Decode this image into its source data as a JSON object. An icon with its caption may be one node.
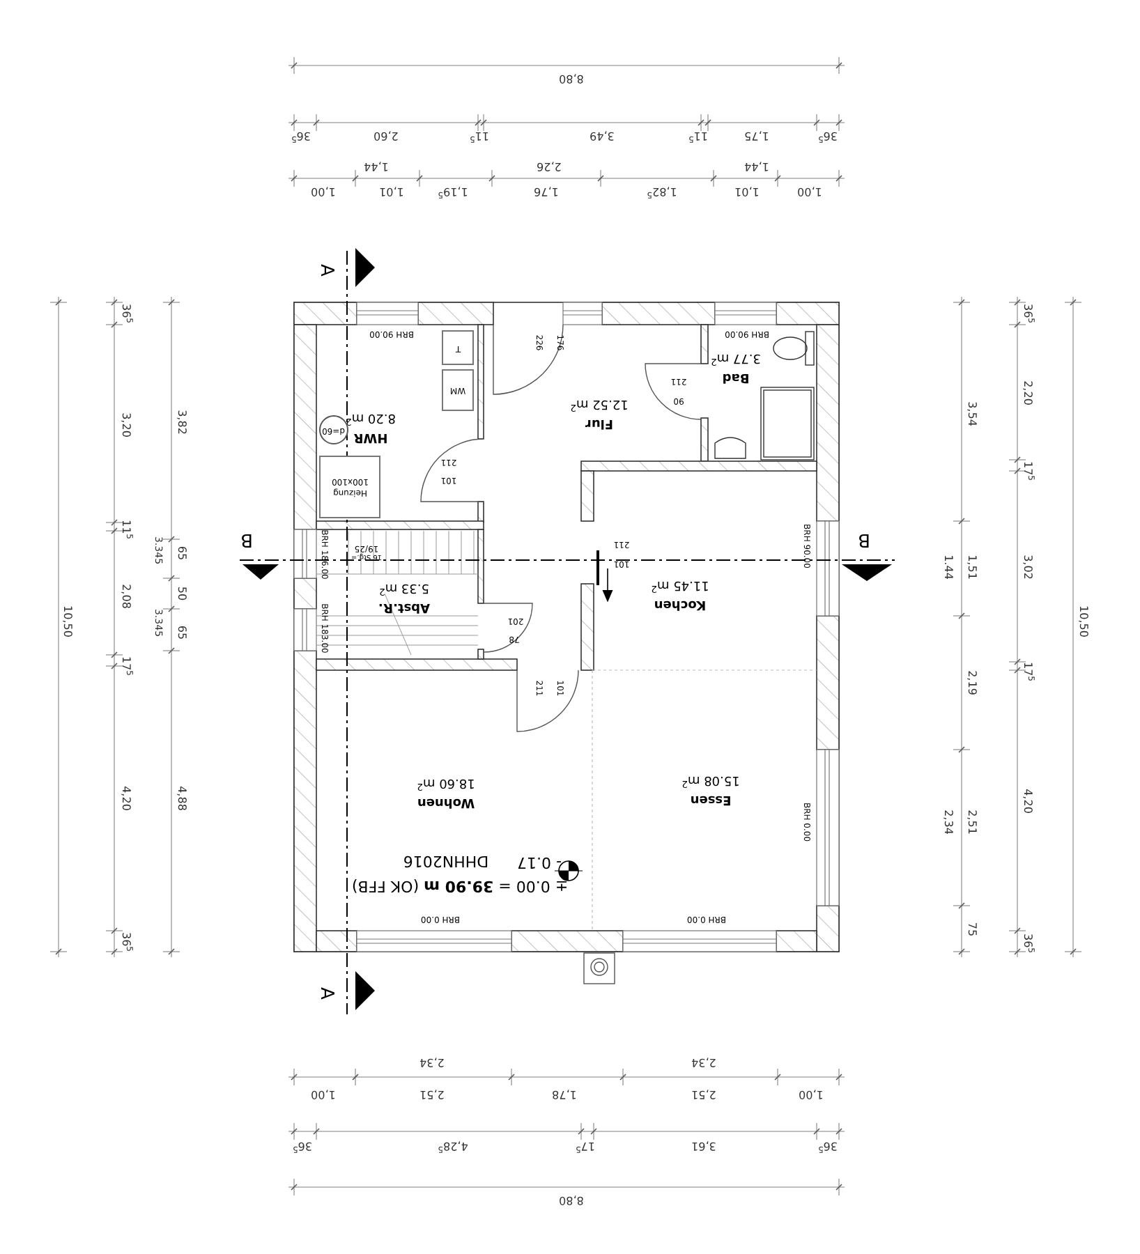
{
  "diagram": {
    "nodes": [
      {
        "text": [
          "HWR",
          "8.20 m$^{2}$"
        ]
      },
      {
        "text": [
          "T"
        ],
        "in": 0
      },
      {
        "text": [
          "WM"
        ],
        "in": 0
      },
      {
        "text": [
          "d=60"
        ],
        "in": 0
      },
      {
        "text": [
          "Heizung",
          "100x100"
        ],
        "in": 0
      },
      {
        "text": [
          "Flur",
          "12.52 m$^{2}$"
        ]
      },
      {
        "text": [
          "Bad",
          "3.77 m$^{2}$"
        ]
      },
      {
        "text": [
          "Abst.R.",
          "5.33 m$^{2}$"
        ]
      },
      {
        "text": [
          "Kochen",
          "11.45 m$^{2}$"
        ]
      },
      {
        "text": [
          "Wohnen",
          "18.60 m$^{2}$"
        ]
      },
      {
        "text": [
          "Essen",
          "15.08 m$^{2}$"
        ]
      }
    ],
    "labels": [
      "8,80",
      "36$^{5}$",
      "2,60",
      "11$^{5}$",
      "3,49",
      "11$^{5}$",
      "1,75",
      "36$^{5}$",
      "1,44",
      "2,26",
      "1,44",
      "1,00",
      "1,01",
      "1,19$^{5}$",
      "1,76",
      "1,82$^{5}$",
      "1,01",
      "1,00",
      "36$^{5}$",
      "3,20",
      "3,82",
      "11$^{5}$",
      "3.345",
      "65",
      "50",
      "2,08",
      "3.345",
      "65",
      "10,50",
      "17$^{5}$",
      "4,20",
      "4,88",
      "36$^{5}$",
      "36$^{5}$",
      "2,20",
      "3,54",
      "17$^{5}$",
      "1.44",
      "1,51",
      "3,02",
      "10,50",
      "17$^{5}$",
      "2,19",
      "4,20",
      "2,34",
      "2,51",
      "75",
      "36$^{5}$",
      "2,34",
      "2,34",
      "1,00",
      "2,51",
      "1,78",
      "2,51",
      "1,00",
      "36$^{5}$",
      "4,28$^{5}$",
      "17$^{5}$",
      "3,61",
      "36$^{5}$",
      "8,80",
      "A",
      "BRH 90.00",
      "226",
      "176",
      "BRH 90.00",
      "211",
      "90",
      "211",
      "101",
      "B",
      "B",
      "BRH 186.00",
      "19/25",
      "16 Stg.=",
      "BRH 90.00",
      "211",
      "101",
      "201",
      "78",
      "BRH 183.00",
      "211",
      "101",
      "BRH 0.00",
      "DHHN2016",
      "- 0.17",
      "± 0.00 = **39.90 m** (OK FFB)",
      "BRH 0.00",
      "BRH 0.00",
      "A"
    ]
  }
}
